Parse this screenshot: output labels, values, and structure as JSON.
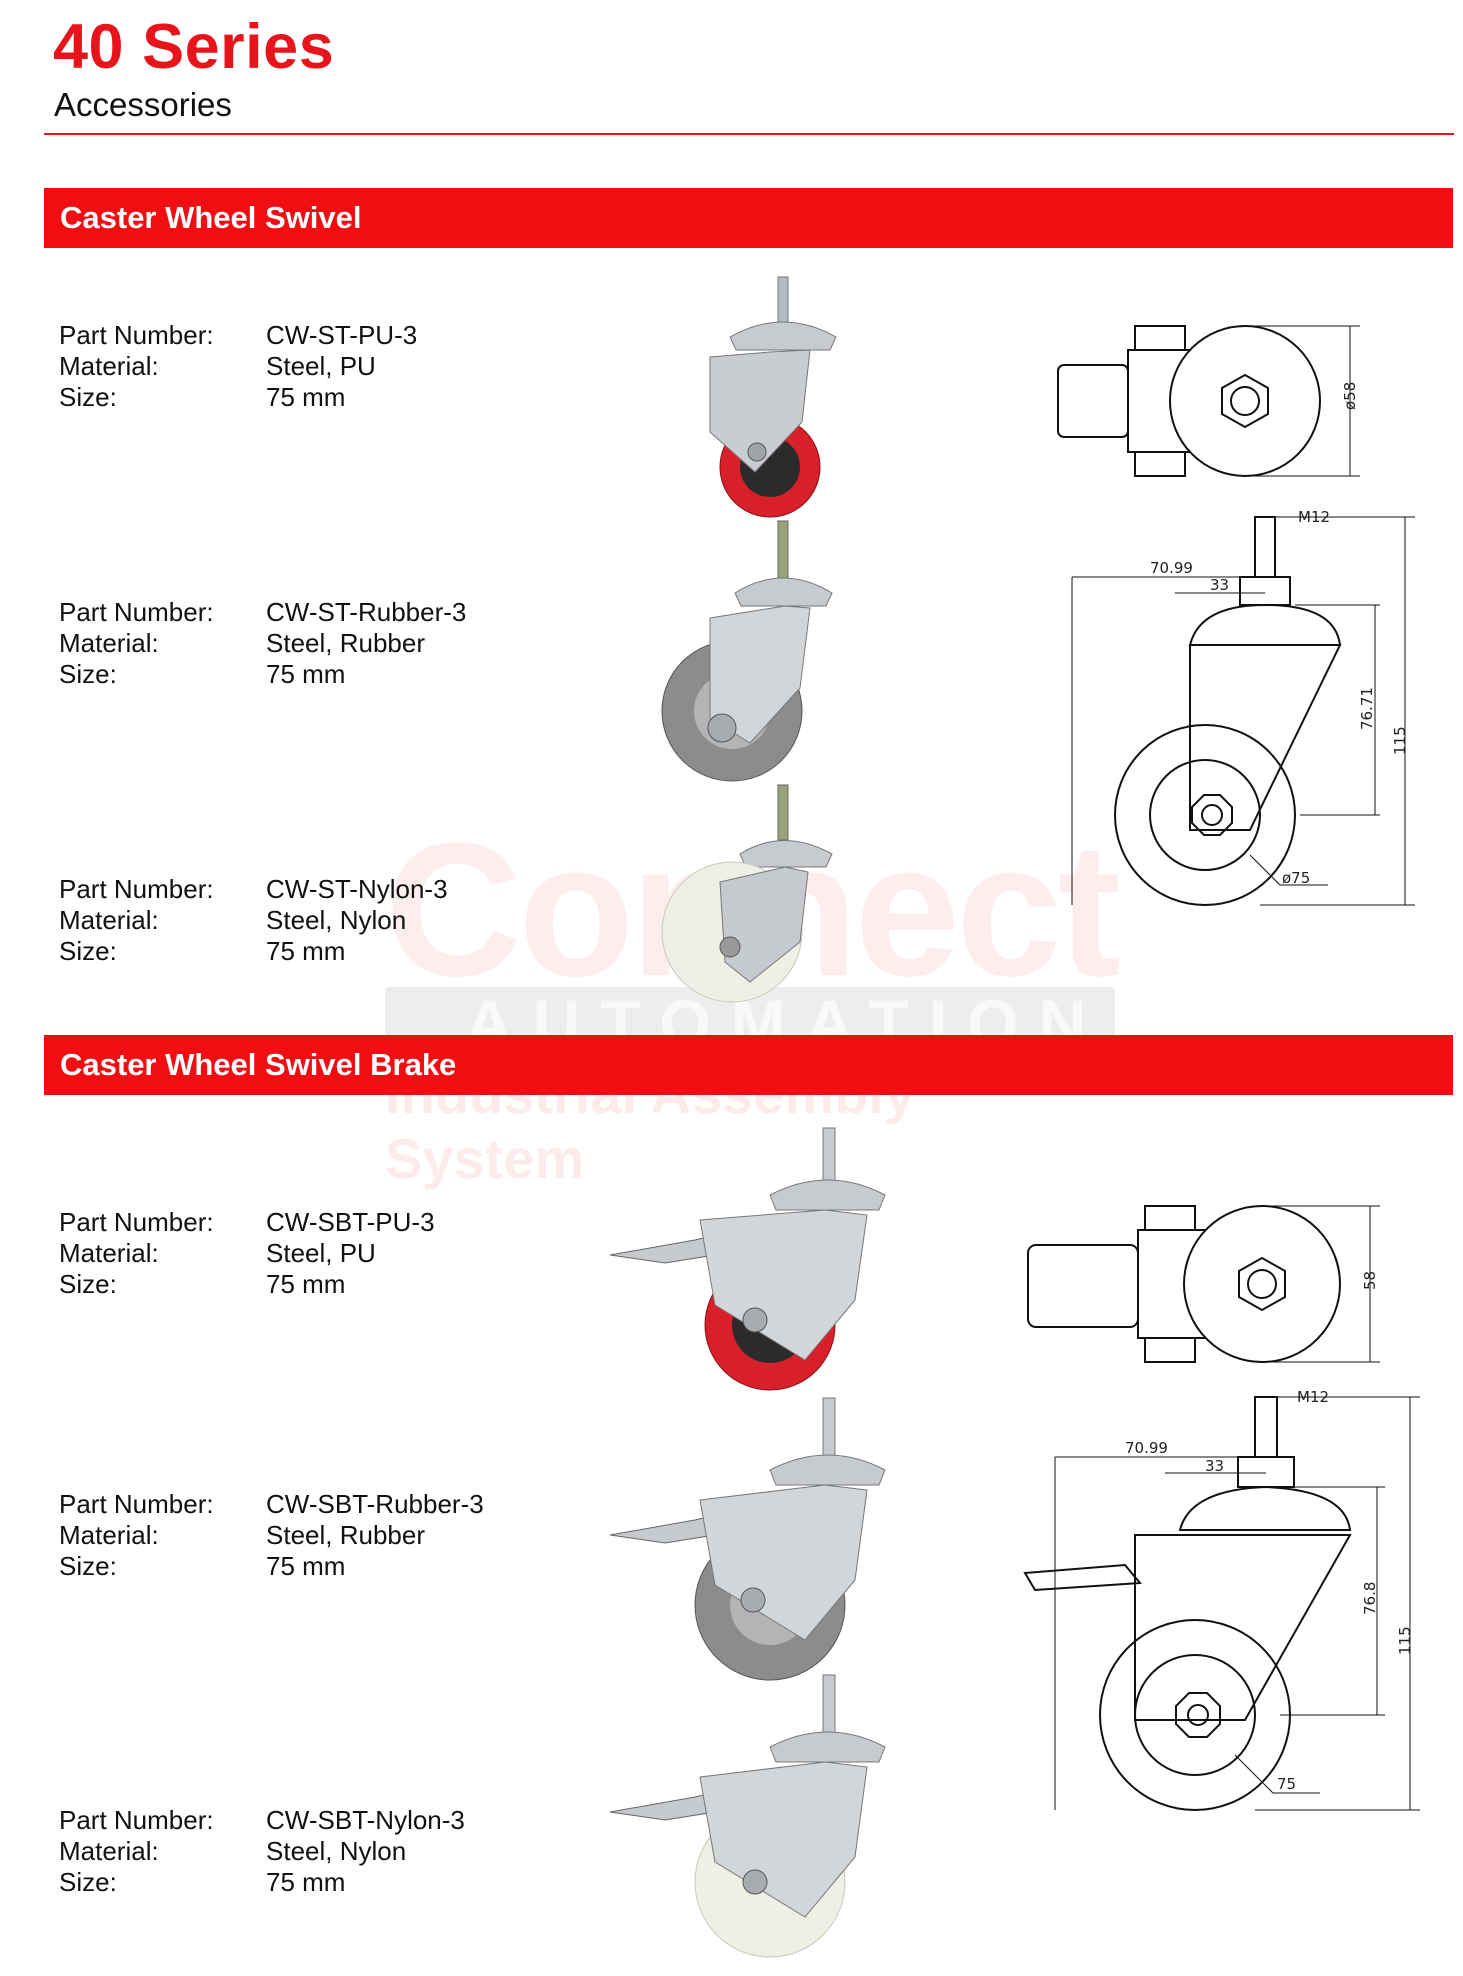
{
  "header": {
    "title": "40 Series",
    "subtitle": "Accessories"
  },
  "watermark": {
    "brand": "Connect",
    "line2": "AUTOMATION",
    "line3": "Industrial Assembly System"
  },
  "labels": {
    "part_number": "Part Number:",
    "material": "Material:",
    "size": "Size:"
  },
  "sections": [
    {
      "title": "Caster Wheel Swivel",
      "products": [
        {
          "part_number": "CW-ST-PU-3",
          "material": "Steel, PU",
          "size": "75 mm",
          "wheel": "red-pu"
        },
        {
          "part_number": "CW-ST-Rubber-3",
          "material": "Steel, Rubber",
          "size": "75 mm",
          "wheel": "grey-rubber"
        },
        {
          "part_number": "CW-ST-Nylon-3",
          "material": "Steel, Nylon",
          "size": "75 mm",
          "wheel": "white-nylon"
        }
      ],
      "drawing": {
        "top_dia": "ø58",
        "thread": "M12",
        "offset": "70.99",
        "center": "33",
        "height": "76.71",
        "total": "115",
        "wheel_dia": "ø75"
      }
    },
    {
      "title": "Caster Wheel Swivel Brake",
      "products": [
        {
          "part_number": "CW-SBT-PU-3",
          "material": "Steel, PU",
          "size": "75 mm",
          "wheel": "red-pu"
        },
        {
          "part_number": "CW-SBT-Rubber-3",
          "material": "Steel, Rubber",
          "size": "75 mm",
          "wheel": "grey-rubber"
        },
        {
          "part_number": "CW-SBT-Nylon-3",
          "material": "Steel, Nylon",
          "size": "75 mm",
          "wheel": "white-nylon"
        }
      ],
      "drawing": {
        "top_dia": "58",
        "thread": "M12",
        "offset": "70.99",
        "center": "33",
        "height": "76.8",
        "total": "115",
        "wheel_dia": "75"
      }
    }
  ],
  "colors": {
    "accent": "#f10d12",
    "pu": "#d8202a",
    "rubber": "#8a8c8e",
    "nylon": "#efefe6",
    "steel": "#c9ccd0"
  }
}
